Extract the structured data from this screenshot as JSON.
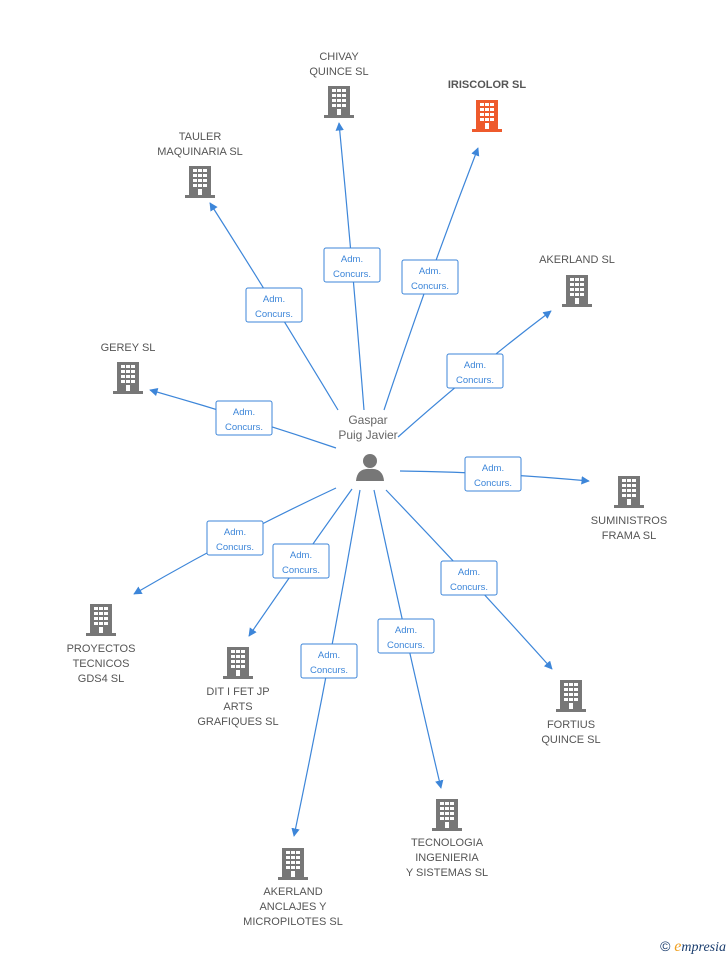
{
  "colors": {
    "edge": "#3d86d9",
    "building": "#777777",
    "building_highlight": "#ee5a2c",
    "person": "#777777"
  },
  "center": {
    "name_line1": "Gaspar",
    "name_line2": "Puig Javier",
    "icon": "person-icon"
  },
  "edge_label": {
    "line1": "Adm.",
    "line2": "Concurs."
  },
  "nodes": [
    {
      "id": "chivay",
      "lines": [
        "CHIVAY",
        "QUINCE SL"
      ],
      "highlight": false
    },
    {
      "id": "iriscolor",
      "lines": [
        "IRISCOLOR SL"
      ],
      "highlight": true
    },
    {
      "id": "tauler",
      "lines": [
        "TAULER",
        "MAQUINARIA SL"
      ],
      "highlight": false
    },
    {
      "id": "akerland",
      "lines": [
        "AKERLAND SL"
      ],
      "highlight": false
    },
    {
      "id": "gerey",
      "lines": [
        "GEREY SL"
      ],
      "highlight": false
    },
    {
      "id": "suministros",
      "lines": [
        "SUMINISTROS",
        "FRAMA SL"
      ],
      "highlight": false
    },
    {
      "id": "proyectos",
      "lines": [
        "PROYECTOS",
        "TECNICOS",
        "GDS4 SL"
      ],
      "highlight": false
    },
    {
      "id": "dit",
      "lines": [
        "DIT I FET JP",
        "ARTS",
        "GRAFIQUES SL"
      ],
      "highlight": false
    },
    {
      "id": "fortius",
      "lines": [
        "FORTIUS",
        "QUINCE SL"
      ],
      "highlight": false
    },
    {
      "id": "tecnologia",
      "lines": [
        "TECNOLOGIA",
        "INGENIERIA",
        "Y SISTEMAS SL"
      ],
      "highlight": false
    },
    {
      "id": "akerland_anclajes",
      "lines": [
        "AKERLAND",
        "ANCLAJES Y",
        "MICROPILOTES SL"
      ],
      "highlight": false
    }
  ],
  "watermark": {
    "copyright": "©",
    "brand_initial": "e",
    "brand_rest": "mpresia"
  }
}
